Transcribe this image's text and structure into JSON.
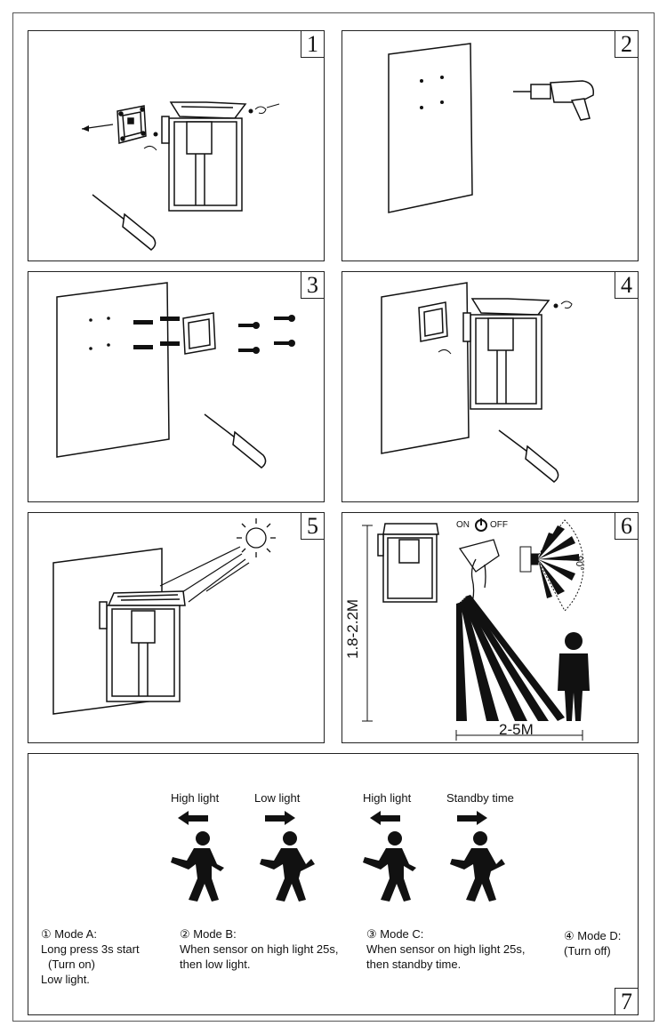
{
  "steps": [
    "1",
    "2",
    "3",
    "4",
    "5",
    "6",
    "7"
  ],
  "step6": {
    "switch_on": "ON",
    "switch_off": "OFF",
    "angle": "90°",
    "height": "1.8-2.2M",
    "distance": "2-5M"
  },
  "step7": {
    "arrow_labels": [
      "High light",
      "Low light",
      "High light",
      "Standby time"
    ],
    "modes": [
      {
        "title": "① Mode A:",
        "lines": [
          "Long press 3s start",
          "(Turn on)",
          "Low light."
        ]
      },
      {
        "title": "② Mode B:",
        "lines": [
          "When sensor on high light 25s,",
          "then low light."
        ]
      },
      {
        "title": "③ Mode C:",
        "lines": [
          "When sensor on high light 25s,",
          "then standby time."
        ]
      },
      {
        "title": "④ Mode D:",
        "lines": [
          "(Turn off)"
        ]
      }
    ]
  },
  "icons": [
    "lamp-icon",
    "mount-plate-icon",
    "screwdriver-icon",
    "drill-icon",
    "screw-icon",
    "wall-plug-icon",
    "sun-icon",
    "hand-icon",
    "person-icon",
    "walking-person-icon",
    "arrow-left-icon",
    "arrow-right-icon",
    "power-switch-icon"
  ]
}
